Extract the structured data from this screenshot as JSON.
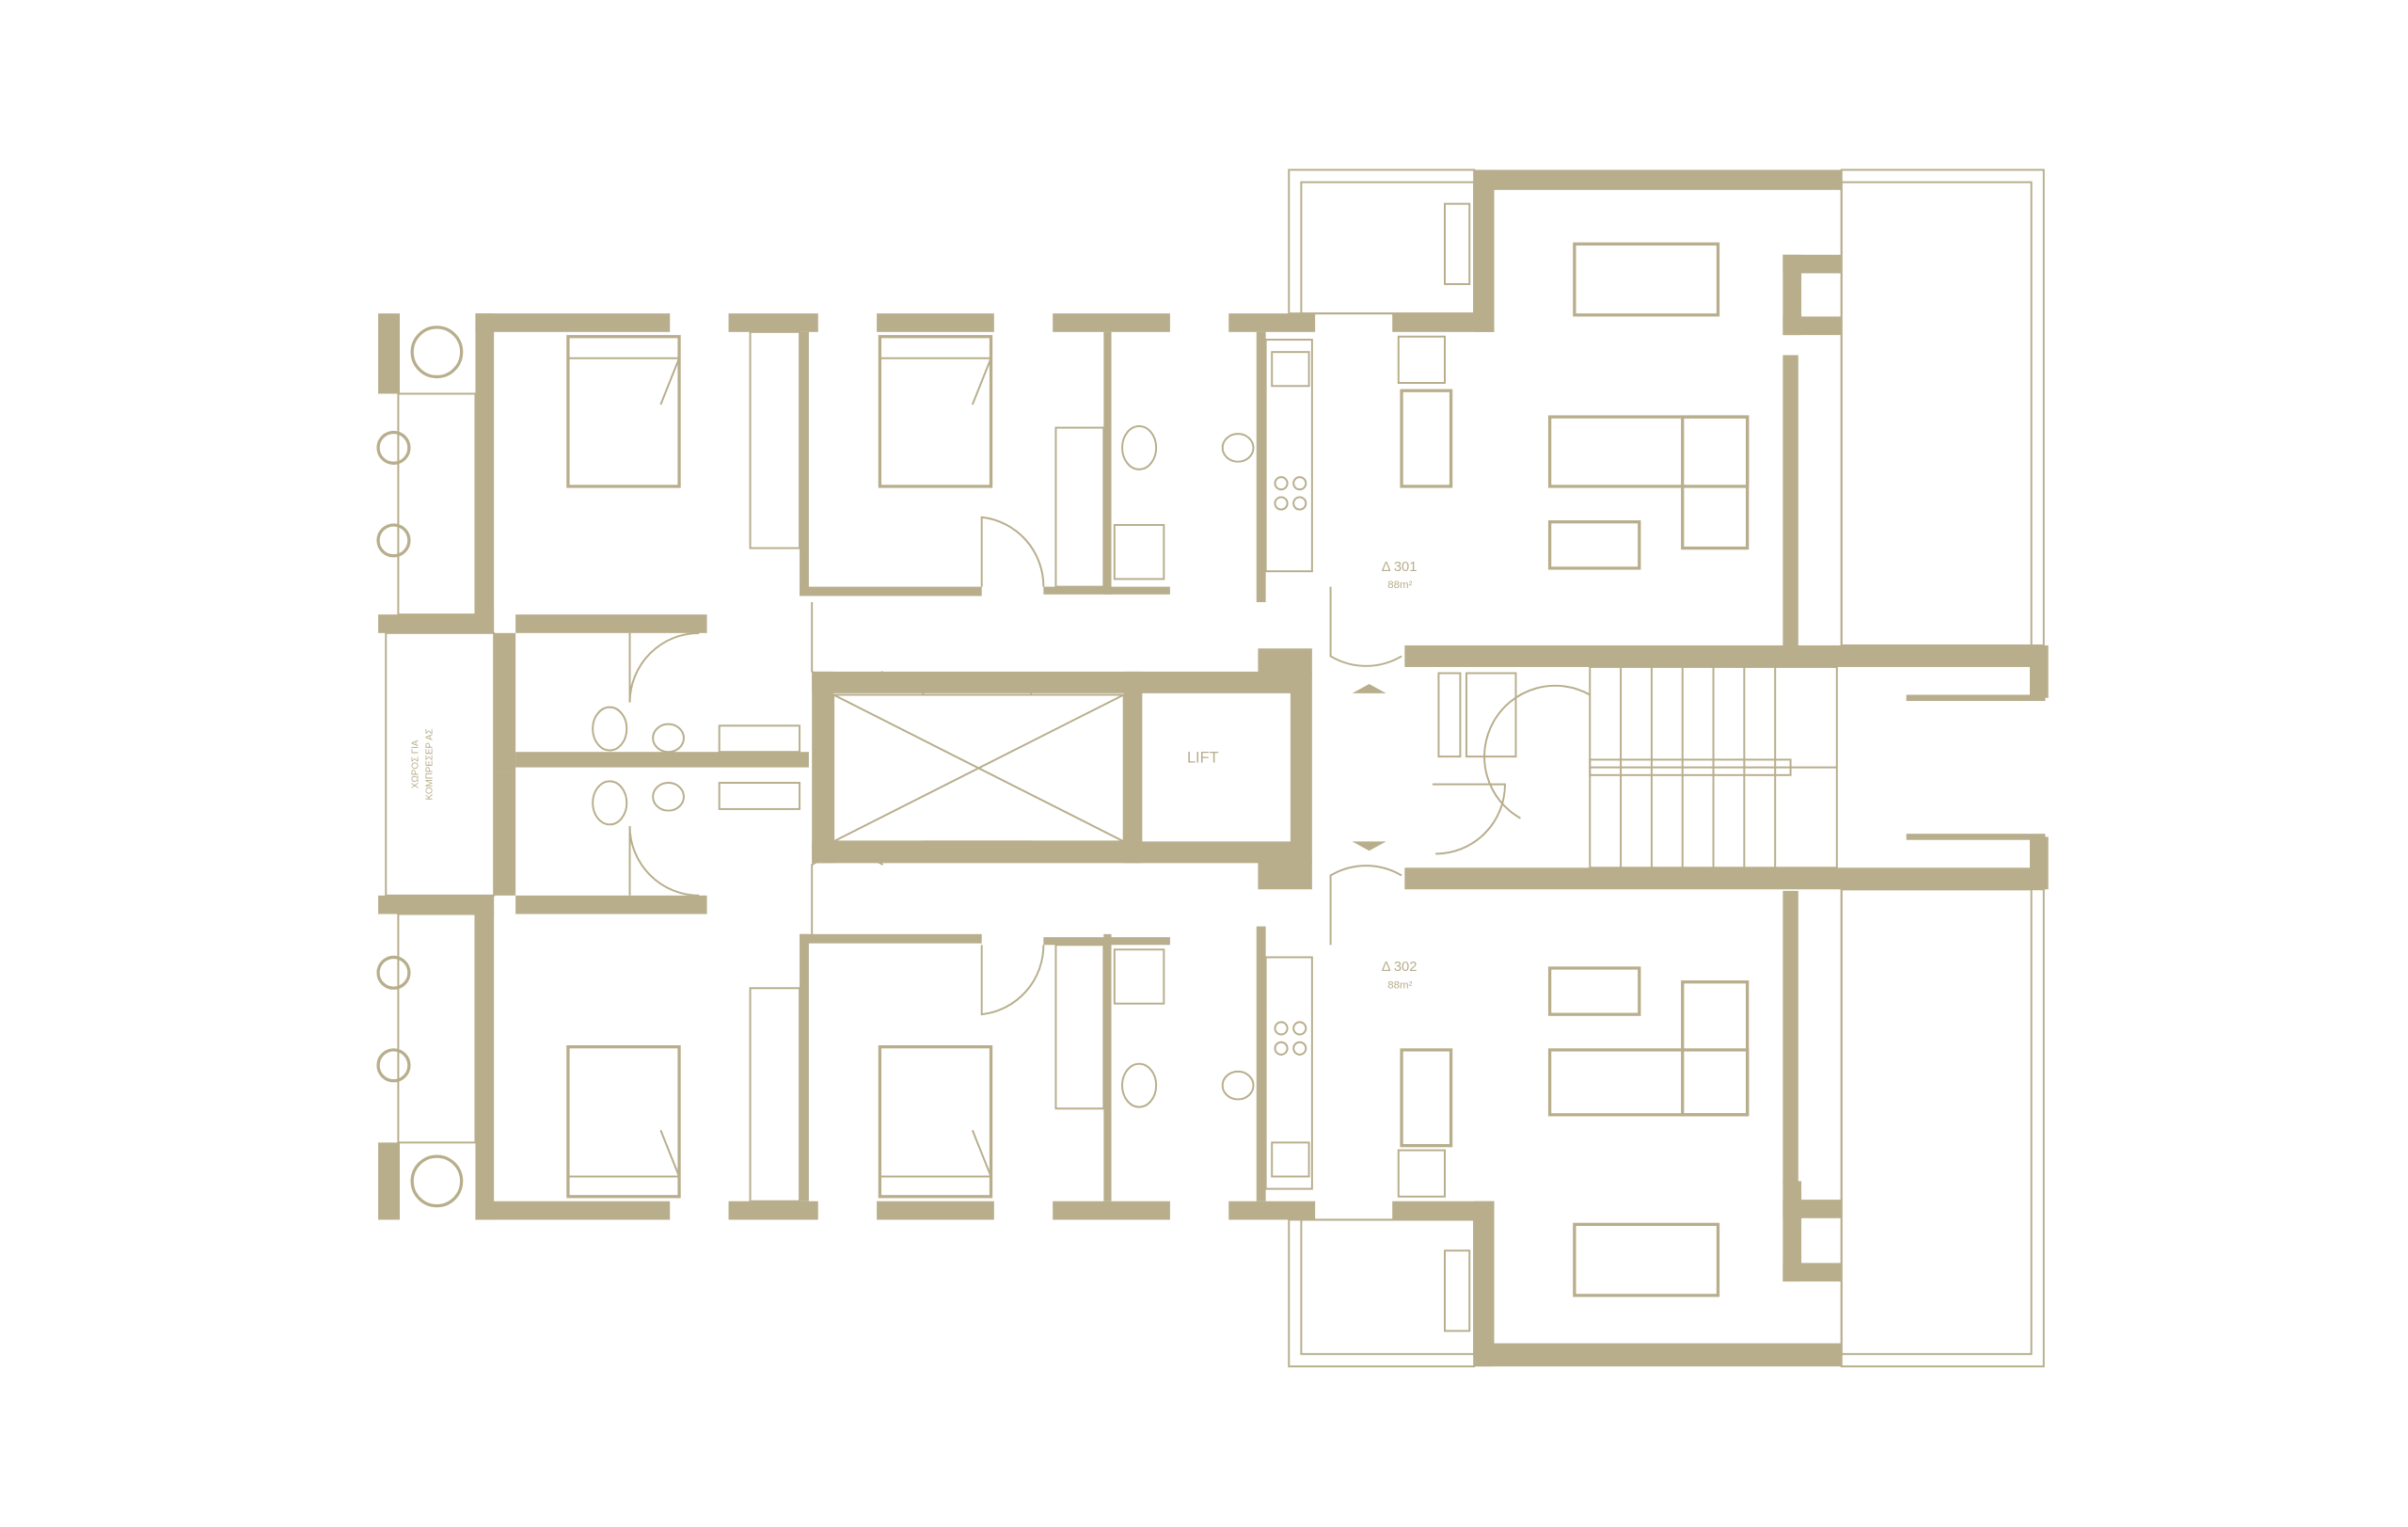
{
  "plan": {
    "color": "#b8ae8c",
    "units": [
      {
        "name": "Δ 301",
        "area": "88m²"
      },
      {
        "name": "Δ 302",
        "area": "88m²"
      }
    ],
    "lift_label": "LIFT",
    "compressor_label": [
      "ΧΩΡΟΣ ΓΙΑ",
      "ΚΟΜΠΡΕΣΕΡ ΑΣ"
    ]
  }
}
